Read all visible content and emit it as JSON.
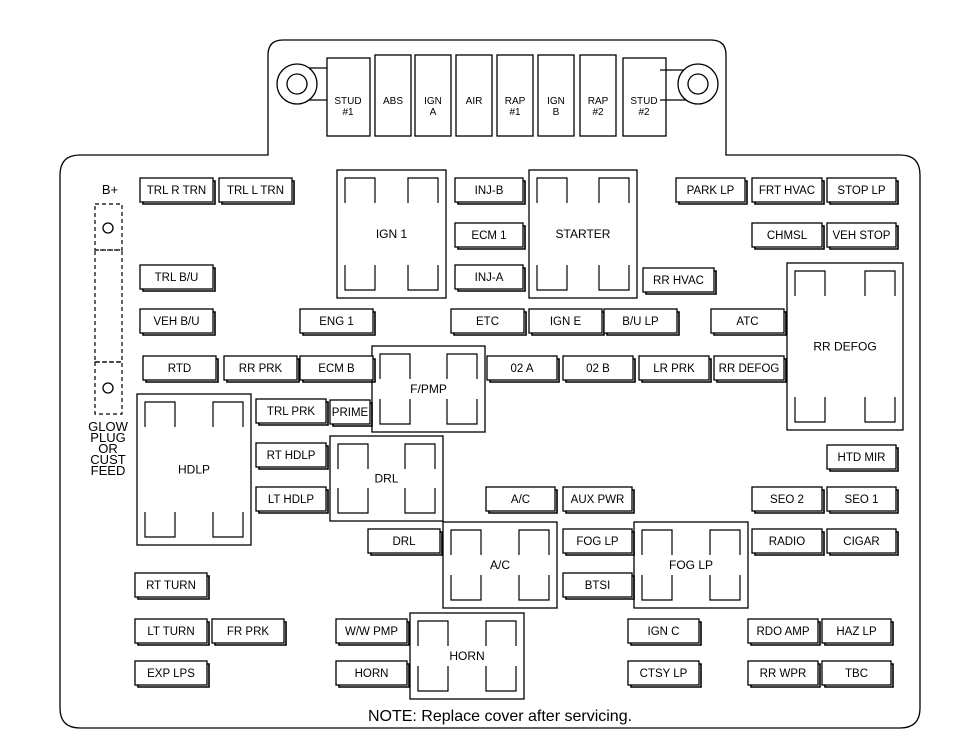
{
  "studs": {
    "left_label": "STUD\n#1",
    "right_label": "STUD\n#2"
  },
  "maxi_fuses": [
    {
      "id": "abs",
      "label": "ABS"
    },
    {
      "id": "ign-a",
      "label": "IGN\nA"
    },
    {
      "id": "air",
      "label": "AIR"
    },
    {
      "id": "rap-1",
      "label": "RAP\n#1"
    },
    {
      "id": "ign-b",
      "label": "IGN\nB"
    },
    {
      "id": "rap-2",
      "label": "RAP\n#2"
    }
  ],
  "fuses": [
    {
      "id": "trl-r-trn",
      "label": "TRL R TRN"
    },
    {
      "id": "trl-l-trn",
      "label": "TRL L TRN"
    },
    {
      "id": "inj-b",
      "label": "INJ-B"
    },
    {
      "id": "park-lp",
      "label": "PARK LP"
    },
    {
      "id": "frt-hvac",
      "label": "FRT HVAC"
    },
    {
      "id": "stop-lp",
      "label": "STOP LP"
    },
    {
      "id": "ecm-1",
      "label": "ECM 1"
    },
    {
      "id": "chmsl",
      "label": "CHMSL"
    },
    {
      "id": "veh-stop",
      "label": "VEH STOP"
    },
    {
      "id": "trl-bu",
      "label": "TRL B/U"
    },
    {
      "id": "inj-a",
      "label": "INJ-A"
    },
    {
      "id": "rr-hvac",
      "label": "RR HVAC"
    },
    {
      "id": "veh-bu",
      "label": "VEH B/U"
    },
    {
      "id": "eng-1",
      "label": "ENG 1"
    },
    {
      "id": "etc",
      "label": "ETC"
    },
    {
      "id": "ign-e",
      "label": "IGN E"
    },
    {
      "id": "bu-lp",
      "label": "B/U LP"
    },
    {
      "id": "atc",
      "label": "ATC"
    },
    {
      "id": "rtd",
      "label": "RTD"
    },
    {
      "id": "rr-prk",
      "label": "RR PRK"
    },
    {
      "id": "ecm-b",
      "label": "ECM B"
    },
    {
      "id": "o2-a",
      "label": "02 A"
    },
    {
      "id": "o2-b",
      "label": "02 B"
    },
    {
      "id": "lr-prk",
      "label": "LR PRK"
    },
    {
      "id": "rr-defog-fuse",
      "label": "RR DEFOG"
    },
    {
      "id": "trl-prk",
      "label": "TRL PRK"
    },
    {
      "id": "prime",
      "label": "PRIME"
    },
    {
      "id": "rt-hdlp",
      "label": "RT HDLP"
    },
    {
      "id": "htd-mir",
      "label": "HTD MIR"
    },
    {
      "id": "lt-hdlp",
      "label": "LT HDLP"
    },
    {
      "id": "ac-fuse",
      "label": "A/C"
    },
    {
      "id": "aux-pwr",
      "label": "AUX PWR"
    },
    {
      "id": "seo-2",
      "label": "SEO 2"
    },
    {
      "id": "seo-1",
      "label": "SEO 1"
    },
    {
      "id": "drl-fuse",
      "label": "DRL"
    },
    {
      "id": "fog-lp-fuse",
      "label": "FOG LP"
    },
    {
      "id": "radio",
      "label": "RADIO"
    },
    {
      "id": "cigar",
      "label": "CIGAR"
    },
    {
      "id": "rt-turn",
      "label": "RT TURN"
    },
    {
      "id": "btsi",
      "label": "BTSI"
    },
    {
      "id": "lt-turn",
      "label": "LT TURN"
    },
    {
      "id": "fr-prk",
      "label": "FR PRK"
    },
    {
      "id": "ww-pmp",
      "label": "W/W PMP"
    },
    {
      "id": "ign-c",
      "label": "IGN C"
    },
    {
      "id": "rdo-amp",
      "label": "RDO AMP"
    },
    {
      "id": "haz-lp",
      "label": "HAZ LP"
    },
    {
      "id": "exp-lps",
      "label": "EXP LPS"
    },
    {
      "id": "horn-fuse",
      "label": "HORN"
    },
    {
      "id": "ctsy-lp",
      "label": "CTSY LP"
    },
    {
      "id": "rr-wpr",
      "label": "RR WPR"
    },
    {
      "id": "tbc",
      "label": "TBC"
    }
  ],
  "relays": [
    {
      "id": "ign-1",
      "label": "IGN 1"
    },
    {
      "id": "starter",
      "label": "STARTER"
    },
    {
      "id": "rr-defog",
      "label": "RR DEFOG"
    },
    {
      "id": "f-pmp",
      "label": "F/PMP"
    },
    {
      "id": "hdlp",
      "label": "HDLP"
    },
    {
      "id": "drl",
      "label": "DRL"
    },
    {
      "id": "ac",
      "label": "A/C"
    },
    {
      "id": "fog-lp",
      "label": "FOG LP"
    },
    {
      "id": "horn",
      "label": "HORN"
    }
  ],
  "side": {
    "b_plus_label": "B+",
    "glow_plug_label": "GLOW\nPLUG\nOR\nCUST\nFEED"
  },
  "note": "NOTE: Replace cover after servicing."
}
